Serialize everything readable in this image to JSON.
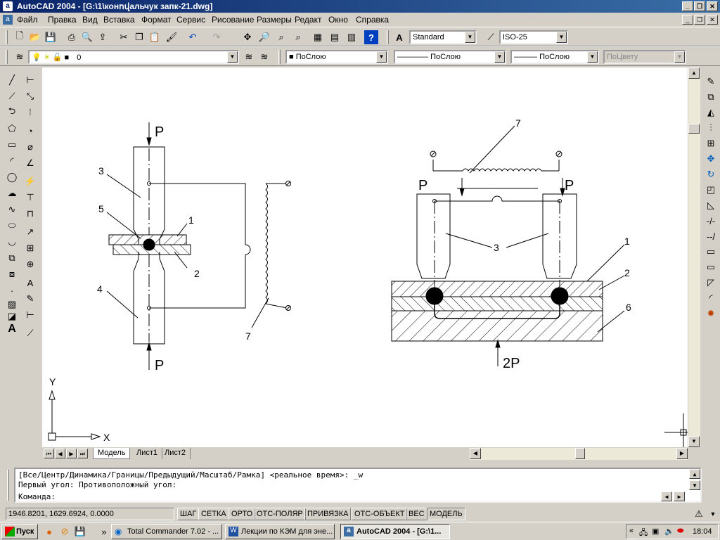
{
  "window": {
    "title": "AutoCAD 2004 - [G:\\1\\конովальчук запк-21.dwg]",
    "app_letter": "a"
  },
  "menu": [
    "Файл",
    "Правка",
    "Вид",
    "Вставка",
    "Формат",
    "Сервис",
    "Рисование",
    "Размеры",
    "Редакт",
    "Окно",
    "Справка"
  ],
  "toolbar": {
    "text_style": "Standard",
    "dim_style": "ISO-25"
  },
  "layers": {
    "layer": "0",
    "color": "ПоСлою",
    "linetype": "ПоСлою",
    "lineweight": "ПоСлою",
    "plotstyle": "ПоЦвету"
  },
  "drawing": {
    "left": {
      "P_top": "P",
      "P_bot": "P",
      "n3": "3",
      "n5": "5",
      "n1": "1",
      "n2": "2",
      "n4": "4",
      "n7": "7"
    },
    "right": {
      "P_left": "P",
      "P_right": "P",
      "n7": "7",
      "n3": "3",
      "n1": "1",
      "n2": "2",
      "n6": "6",
      "force": "2P"
    },
    "ucs": {
      "x": "X",
      "y": "Y"
    }
  },
  "tabs": [
    "Модель",
    "Лист1",
    "Лист2"
  ],
  "command": {
    "line1": "[Все/Центр/Динамика/Границы/Предыдущий/Масштаб/Рамка] <реальное время>: _w",
    "line2": "Первый угол: Противоположный угол:",
    "prompt": "Команда:"
  },
  "status": {
    "coords": "1946.8201, 1629.6924, 0.0000",
    "modes": [
      "ШАГ",
      "СЕТКА",
      "ОРТО",
      "ОТС-ПОЛЯР",
      "ПРИВЯЗКА",
      "ОТС-ОБЪЕКТ",
      "ВЕС",
      "МОДЕЛЬ"
    ]
  },
  "taskbar": {
    "start": "Пуск",
    "tasks": [
      "Total Commander 7.02 - ...",
      "Лекции по КЭМ для эне...",
      "AutoCAD 2004 - [G:\\1..."
    ],
    "clock": "18:04"
  },
  "colors": {
    "title_start": "#0a246a",
    "title_end": "#3a6ea5",
    "canvas": "#ffffff"
  }
}
